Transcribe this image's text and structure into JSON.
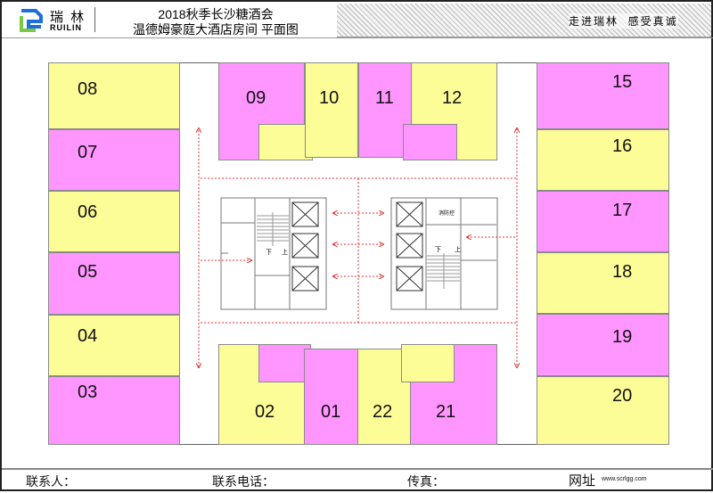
{
  "header": {
    "brand_cn": "瑞 林",
    "brand_en": "RUILIN",
    "title_line1": "2018秋季长沙糖酒会",
    "title_line2": "温德姆豪庭大酒店房间 平面图",
    "slogan": "走进瑞林  感受真诚"
  },
  "rooms": {
    "r01": "01",
    "r02": "02",
    "r03": "03",
    "r04": "04",
    "r05": "05",
    "r06": "06",
    "r07": "07",
    "r08": "08",
    "r09": "09",
    "r10": "10",
    "r11": "11",
    "r12": "12",
    "r15": "15",
    "r16": "16",
    "r17": "17",
    "r18": "18",
    "r19": "19",
    "r20": "20",
    "r21": "21",
    "r22": "22"
  },
  "core": {
    "stair_down": "下",
    "stair_up": "上",
    "room_tag": "消防控"
  },
  "footer": {
    "contact": "联系人：",
    "phone": "联系电话：",
    "fax": "传真：",
    "website_label": "网址",
    "website": "www.scrlgg.com"
  },
  "colors": {
    "yellow": "#fdfd98",
    "pink": "#ff96ff",
    "arrow": "#e53030"
  }
}
